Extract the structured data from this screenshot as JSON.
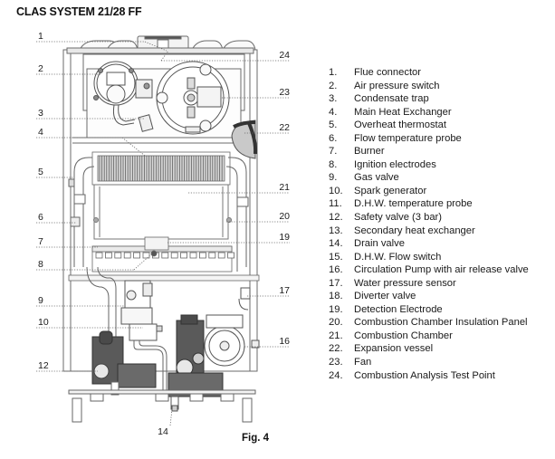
{
  "title": "CLAS SYSTEM 21/28 FF",
  "figure_label": "Fig. 4",
  "legend": [
    {
      "num": "1.",
      "label": "Flue connector"
    },
    {
      "num": "2.",
      "label": "Air pressure switch"
    },
    {
      "num": "3.",
      "label": "Condensate trap"
    },
    {
      "num": "4.",
      "label": "Main Heat Exchanger"
    },
    {
      "num": "5.",
      "label": "Overheat thermostat"
    },
    {
      "num": "6.",
      "label": "Flow temperature probe"
    },
    {
      "num": "7.",
      "label": "Burner"
    },
    {
      "num": "8.",
      "label": "Ignition electrodes"
    },
    {
      "num": "9.",
      "label": "Gas valve"
    },
    {
      "num": "10.",
      "label": "Spark generator"
    },
    {
      "num": "11.",
      "label": "D.H.W. temperature probe"
    },
    {
      "num": "12.",
      "label": "Safety valve (3 bar)"
    },
    {
      "num": "13.",
      "label": "Secondary heat exchanger"
    },
    {
      "num": "14.",
      "label": "Drain valve"
    },
    {
      "num": "15.",
      "label": "D.H.W. Flow switch"
    },
    {
      "num": "16.",
      "label": "Circulation Pump with air release valve"
    },
    {
      "num": "17.",
      "label": "Water pressure sensor"
    },
    {
      "num": "18.",
      "label": "Diverter valve"
    },
    {
      "num": "19.",
      "label": "Detection Electrode"
    },
    {
      "num": "20.",
      "label": "Combustion Chamber Insulation Panel"
    },
    {
      "num": "21.",
      "label": "Combustion Chamber"
    },
    {
      "num": "22.",
      "label": "Expansion vessel"
    },
    {
      "num": "23.",
      "label": "Fan"
    },
    {
      "num": "24.",
      "label": "Combustion Analysis Test Point"
    }
  ],
  "callouts_left": [
    "1",
    "2",
    "3",
    "4",
    "5",
    "6",
    "7",
    "8",
    "9",
    "10",
    "12"
  ],
  "callouts_right": [
    "24",
    "23",
    "22",
    "21",
    "20",
    "19",
    "17",
    "16"
  ],
  "callouts_bottom": [
    "14"
  ],
  "colors": {
    "line": "#6b6b6b",
    "dark_component": "#5a5a5a",
    "mid_component": "#7a7a7a",
    "light_fill": "#f2f2f2",
    "expansion_vessel": "#c9c9c9",
    "vessel_rim": "#3a3a3a"
  }
}
